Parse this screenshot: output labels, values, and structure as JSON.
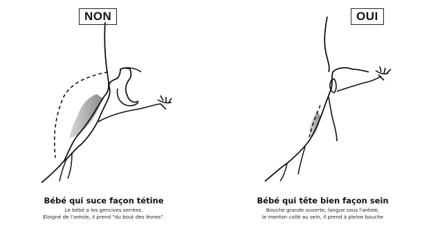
{
  "left": {
    "tag": "NON",
    "title": "Bébé qui suce façon tétine",
    "lines": [
      "Le bébé a les gencives serrées.",
      "Eloigné de l'aréole, il prend \"du bout des lèvres\"."
    ]
  },
  "right": {
    "tag": "OUI",
    "title": "Bébé qui tête bien façon sein",
    "lines": [
      "Bouche grande ouverte, langue sous l'aréole,",
      "le menton collé au sein, il prend à pleine bouche"
    ]
  }
}
